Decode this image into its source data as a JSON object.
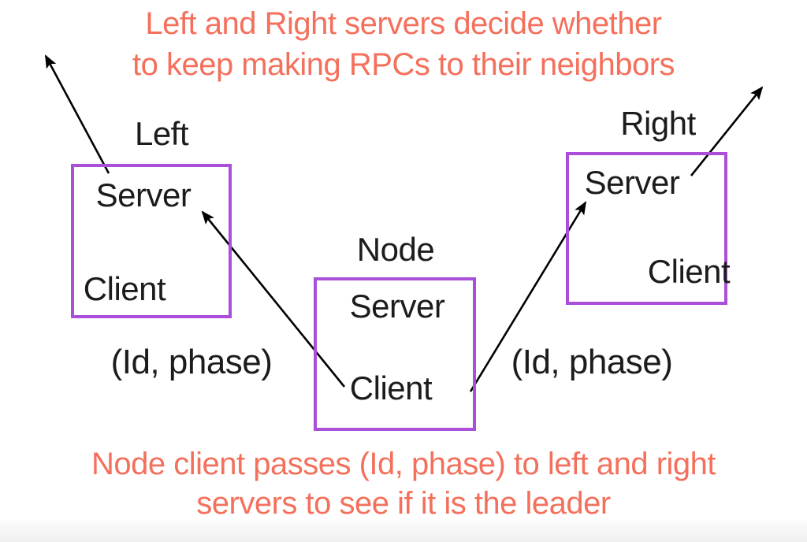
{
  "colors": {
    "caption": "#f4705c",
    "box_border": "#a94fd9",
    "text": "#1c1c1c",
    "arrow": "#000000",
    "background": "#ffffff"
  },
  "top_caption": {
    "line1": "Left and Right servers decide whether",
    "line2": "to keep making RPCs to their neighbors"
  },
  "bottom_caption": {
    "line1": "Node client passes (Id, phase) to left and right",
    "line2": "servers to see if it is the leader"
  },
  "boxes": [
    {
      "title": "Left",
      "server_label": "Server",
      "client_label": "Client"
    },
    {
      "title": "Node",
      "server_label": "Server",
      "client_label": "Client"
    },
    {
      "title": "Right",
      "server_label": "Server",
      "client_label": "Client"
    }
  ],
  "edge_labels": {
    "left": "(Id, phase)",
    "right": "(Id, phase)"
  }
}
